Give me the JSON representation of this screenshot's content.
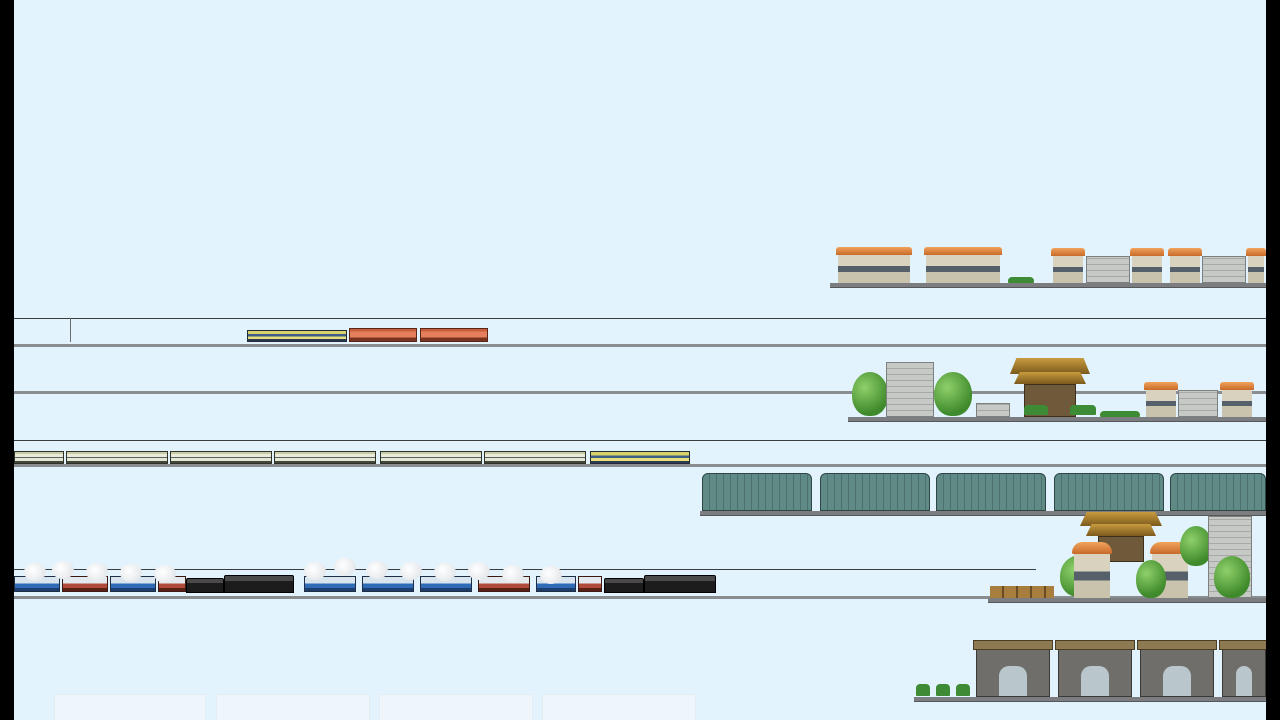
{
  "scene": {
    "title": "",
    "background_color": "#e2f3fd",
    "letterbox_color": "#000000"
  },
  "tracks": [
    {
      "name": "track-1",
      "train": "mixed-electric",
      "cars": [
        "commuter-yellow-blue",
        "electric-loco-red",
        "electric-loco-red"
      ]
    },
    {
      "name": "track-2",
      "train": "none"
    },
    {
      "name": "track-3",
      "train": "commuter-cream",
      "cars": [
        "cream",
        "cream",
        "cream",
        "cream",
        "cream",
        "cream",
        "cream",
        "commuter-yellow-blue"
      ]
    },
    {
      "name": "track-4",
      "train": "steam-freight",
      "cars": [
        "wagon",
        "wagon",
        "wagon",
        "wagon",
        "wagon",
        "steam-loco",
        "wagon",
        "wagon",
        "wagon",
        "wagon",
        "wagon",
        "wagon",
        "wagon",
        "steam-loco"
      ]
    }
  ],
  "building_rows": [
    {
      "name": "row-houses-top",
      "items": [
        "orange-roof-house",
        "orange-roof-house",
        "stone-townhouse",
        "stone-townhouse"
      ]
    },
    {
      "name": "row-temple",
      "items": [
        "trees",
        "stone-mansion",
        "trees",
        "pagoda-shrine",
        "stone-townhouse"
      ]
    },
    {
      "name": "row-sheds",
      "items": [
        "greenhouse-shed",
        "greenhouse-shed",
        "greenhouse-shed",
        "greenhouse-shed",
        "greenhouse-shed"
      ]
    },
    {
      "name": "row-village",
      "items": [
        "crates",
        "pagoda-shrine",
        "round-huts",
        "trees"
      ]
    },
    {
      "name": "row-gates",
      "items": [
        "stone-gate",
        "stone-gate",
        "stone-gate",
        "stone-gate"
      ]
    }
  ],
  "bottom_tabs": [
    "",
    "",
    "",
    ""
  ]
}
